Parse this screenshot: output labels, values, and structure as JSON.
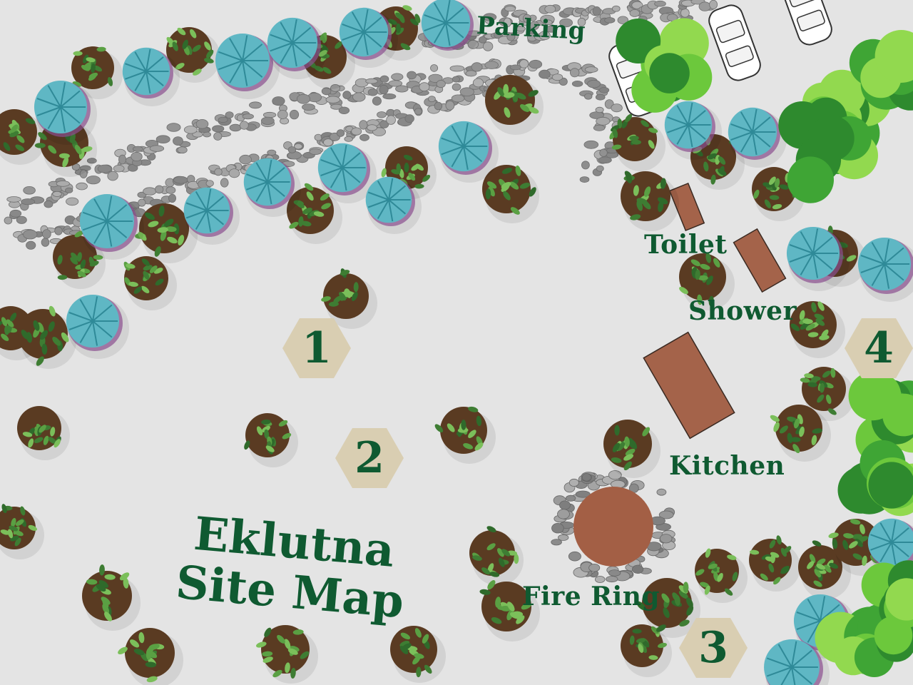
{
  "map": {
    "title_line1": "Eklutna",
    "title_line2": "Site Map",
    "labels": {
      "parking": "Parking",
      "toilet": "Toilet",
      "shower": "Shower",
      "kitchen": "Kitchen",
      "fire_ring": "Fire Ring"
    },
    "sites": [
      "1",
      "2",
      "3",
      "4"
    ]
  },
  "colors": {
    "ground": "#e4e4e4",
    "label_green": "#0f5a31",
    "hex_tan": "#d9ceb2",
    "building_brown": "#a4634a",
    "stone_gray": "#9d9d9d",
    "shrub_dark": "#3e5a2a",
    "teal_plant": "#5fb7c4",
    "tree_green": "#6cc83c"
  },
  "icons": [
    "car-icon",
    "shrub-icon",
    "teal-plant-icon",
    "tree-icon",
    "building-icon",
    "fire-ring-icon",
    "stone-path-icon"
  ]
}
